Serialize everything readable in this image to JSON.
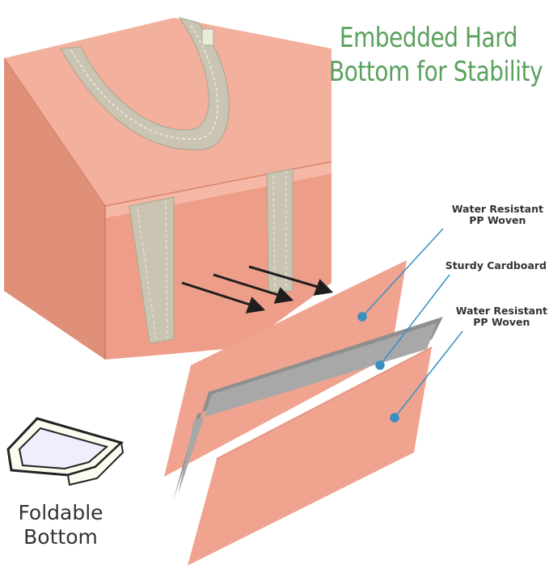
{
  "colors": {
    "headline": "#5aa15c",
    "bag": "#ee9e88",
    "strap": "#c9c5b2",
    "layer_woven": "#f0a48f",
    "layer_cardboard": "#8f8f8f",
    "callout_line": "#3a8fc0",
    "arrow": "#1e1e1e"
  },
  "headline": {
    "line1": "Embedded Hard",
    "line2": "Bottom for Stability"
  },
  "callouts": [
    {
      "line1": "Water Resistant",
      "line2": "PP Woven"
    },
    {
      "line1": "Sturdy Cardboard",
      "line2": ""
    },
    {
      "line1": "Water Resistant",
      "line2": "PP Woven"
    }
  ],
  "caption": {
    "line1": "Foldable",
    "line2": "Bottom"
  }
}
